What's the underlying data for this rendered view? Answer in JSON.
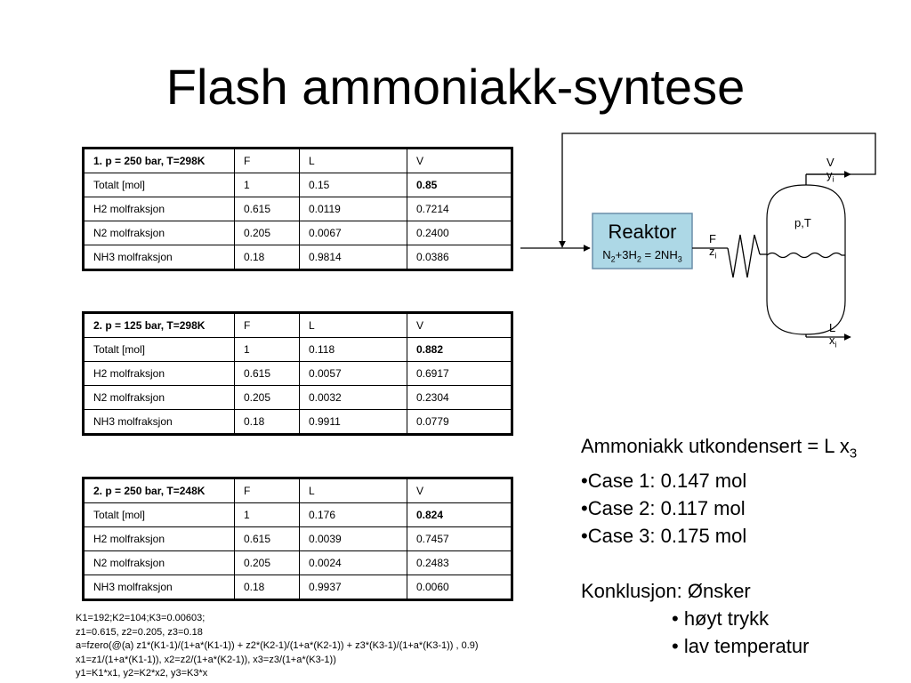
{
  "title": "Flash ammoniakk-syntese",
  "tables": [
    {
      "header": [
        "1. p = 250 bar, T=298K",
        "F",
        "L",
        "V"
      ],
      "rows": [
        [
          "Totalt [mol]",
          "1",
          "0.15",
          "0.85"
        ],
        [
          "H2 molfraksjon",
          "0.615",
          "0.0119",
          "0.7214"
        ],
        [
          "N2 molfraksjon",
          "0.205",
          "0.0067",
          "0.2400"
        ],
        [
          "NH3 molfraksjon",
          "0.18",
          "0.9814",
          "0.0386"
        ]
      ]
    },
    {
      "header": [
        "2. p = 125 bar, T=298K",
        "F",
        "L",
        "V"
      ],
      "rows": [
        [
          "Totalt [mol]",
          "1",
          "0.118",
          "0.882"
        ],
        [
          "H2 molfraksjon",
          "0.615",
          "0.0057",
          "0.6917"
        ],
        [
          "N2 molfraksjon",
          "0.205",
          "0.0032",
          "0.2304"
        ],
        [
          "NH3 molfraksjon",
          "0.18",
          "0.9911",
          "0.0779"
        ]
      ]
    },
    {
      "header": [
        "2. p = 250 bar, T=248K",
        "F",
        "L",
        "V"
      ],
      "rows": [
        [
          "Totalt [mol]",
          "1",
          "0.176",
          "0.824"
        ],
        [
          "H2 molfraksjon",
          "0.615",
          "0.0039",
          "0.7457"
        ],
        [
          "N2 molfraksjon",
          "0.205",
          "0.0024",
          "0.2483"
        ],
        [
          "NH3 molfraksjon",
          "0.18",
          "0.9937",
          "0.0060"
        ]
      ]
    }
  ],
  "code_lines": [
    "K1=192;K2=104;K3=0.00603;",
    "z1=0.615, z2=0.205, z3=0.18",
    "a=fzero(@(a) z1*(K1-1)/(1+a*(K1-1)) + z2*(K2-1)/(1+a*(K2-1)) + z3*(K3-1)/(1+a*(K3-1)) , 0.9)",
    "x1=z1/(1+a*(K1-1)), x2=z2/(1+a*(K2-1)), x3=z3/(1+a*(K3-1))",
    "y1=K1*x1, y2=K2*x2, y3=K3*x"
  ],
  "notes": {
    "heading": "Ammoniakk utkondensert = L x",
    "heading_sub": "3",
    "cases": [
      "•Case 1: 0.147 mol",
      "•Case 2: 0.117 mol",
      "•Case 3: 0.175 mol"
    ],
    "conclusion": "Konklusjon: Ønsker",
    "bullets": [
      "• høyt trykk",
      "• lav temperatur"
    ]
  },
  "diagram": {
    "reactor_label": "Reaktor",
    "equation": {
      "a": "N",
      "a_sub": "2",
      "b": "+3H",
      "b_sub": "2",
      "c": " = 2NH",
      "c_sub": "3"
    },
    "feed": {
      "label": "F",
      "sub_base": "z",
      "sub": "i"
    },
    "vapor": {
      "label": "V",
      "sub_base": "y",
      "sub": "i"
    },
    "liquid": {
      "label": "L",
      "sub_base": "x",
      "sub": "i"
    },
    "vessel_label": "p,T"
  },
  "colors": {
    "reactor_fill": "#add8e6",
    "line": "#000000"
  }
}
